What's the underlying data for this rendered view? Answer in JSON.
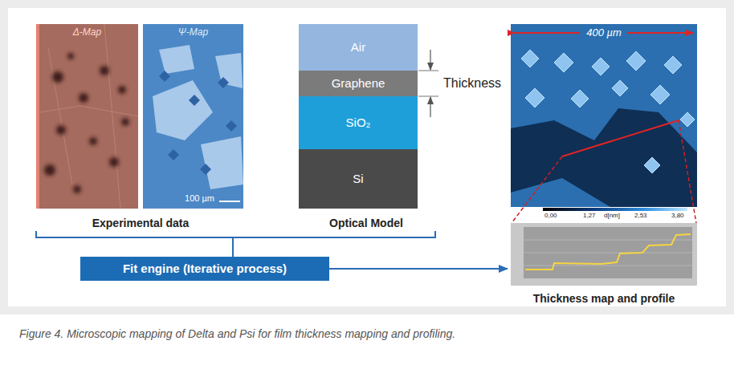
{
  "diagram": {
    "caption": "Figure 4. Microscopic mapping of Delta and Psi for film thickness mapping and profiling.",
    "nodes": [
      {
        "text": [
          "Experimental data"
        ]
      },
      {
        "text": [
          "Δ-Map"
        ],
        "in": 0
      },
      {
        "text": [
          "Ψ-Map",
          "100 µm"
        ],
        "in": 0
      },
      {
        "text": [
          "Optical Model"
        ]
      },
      {
        "text": [
          "Air"
        ],
        "in": 3
      },
      {
        "text": [
          "Graphene"
        ],
        "in": 3
      },
      {
        "text": [
          "SiO₂"
        ],
        "in": 3
      },
      {
        "text": [
          "Si"
        ],
        "in": 3
      },
      {
        "text": [
          "Fit engine (Iterative process)"
        ]
      },
      {
        "text": [
          "Thickness map and profile"
        ]
      },
      {
        "text": [
          "400 µm"
        ],
        "in": 9
      }
    ],
    "edges": [
      {
        "from": 0,
        "to": 8,
        "arrow": "none"
      },
      {
        "from": 3,
        "to": 8,
        "arrow": "none"
      },
      {
        "from": 8,
        "to": 9,
        "arrow": "to"
      }
    ],
    "labels": [
      "Thickness",
      "0,00",
      "1,27",
      "d[nm]",
      "2,53",
      "3,80"
    ]
  }
}
